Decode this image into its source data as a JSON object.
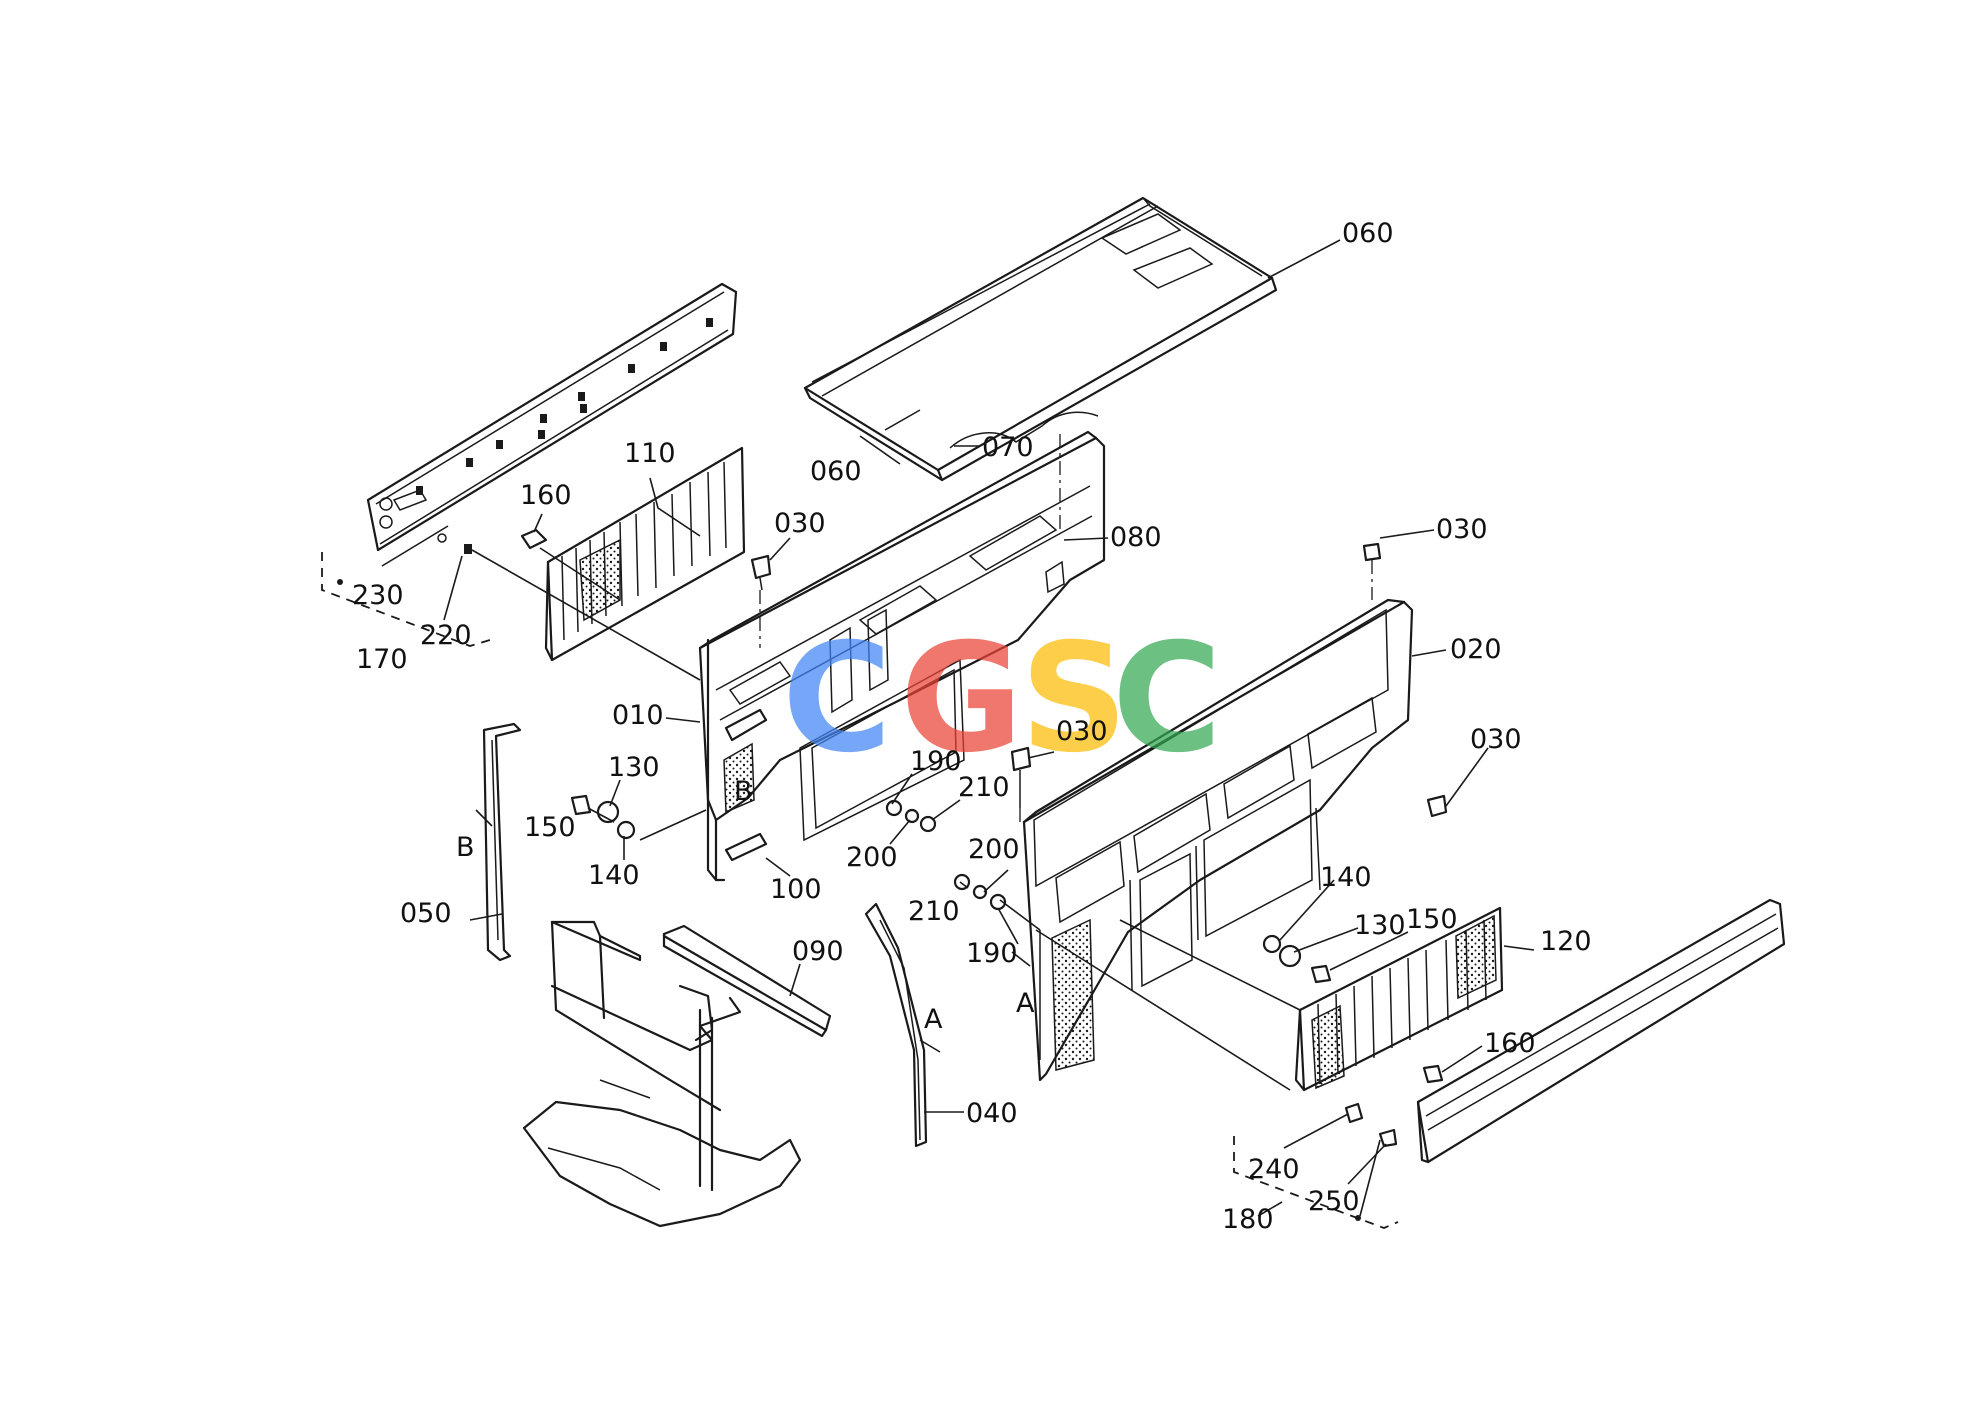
{
  "watermark": {
    "letters": [
      "C",
      "G",
      "S",
      "C"
    ],
    "colors": [
      "#4285F4",
      "#EA4335",
      "#FBBC05",
      "#34A853"
    ]
  },
  "callouts": {
    "c060a": "060",
    "c060b": "060",
    "c070": "070",
    "c080": "080",
    "c110": "110",
    "c160a": "160",
    "c030a": "030",
    "c030b": "030",
    "c030c": "030",
    "c030d": "030",
    "c020": "020",
    "c230": "230",
    "c220": "220",
    "c170": "170",
    "c010": "010",
    "c190a": "190",
    "c190b": "190",
    "c210a": "210",
    "c210b": "210",
    "c200a": "200",
    "c200b": "200",
    "c130a": "130",
    "c130b": "130",
    "c150a": "150",
    "c150b": "150",
    "c140a": "140",
    "c140b": "140",
    "c100": "100",
    "c050": "050",
    "c090": "090",
    "c040": "040",
    "c120": "120",
    "c160b": "160",
    "c240": "240",
    "c250": "250",
    "c180": "180",
    "refB1": "B",
    "refB2": "B",
    "refA1": "A",
    "refA2": "A"
  }
}
